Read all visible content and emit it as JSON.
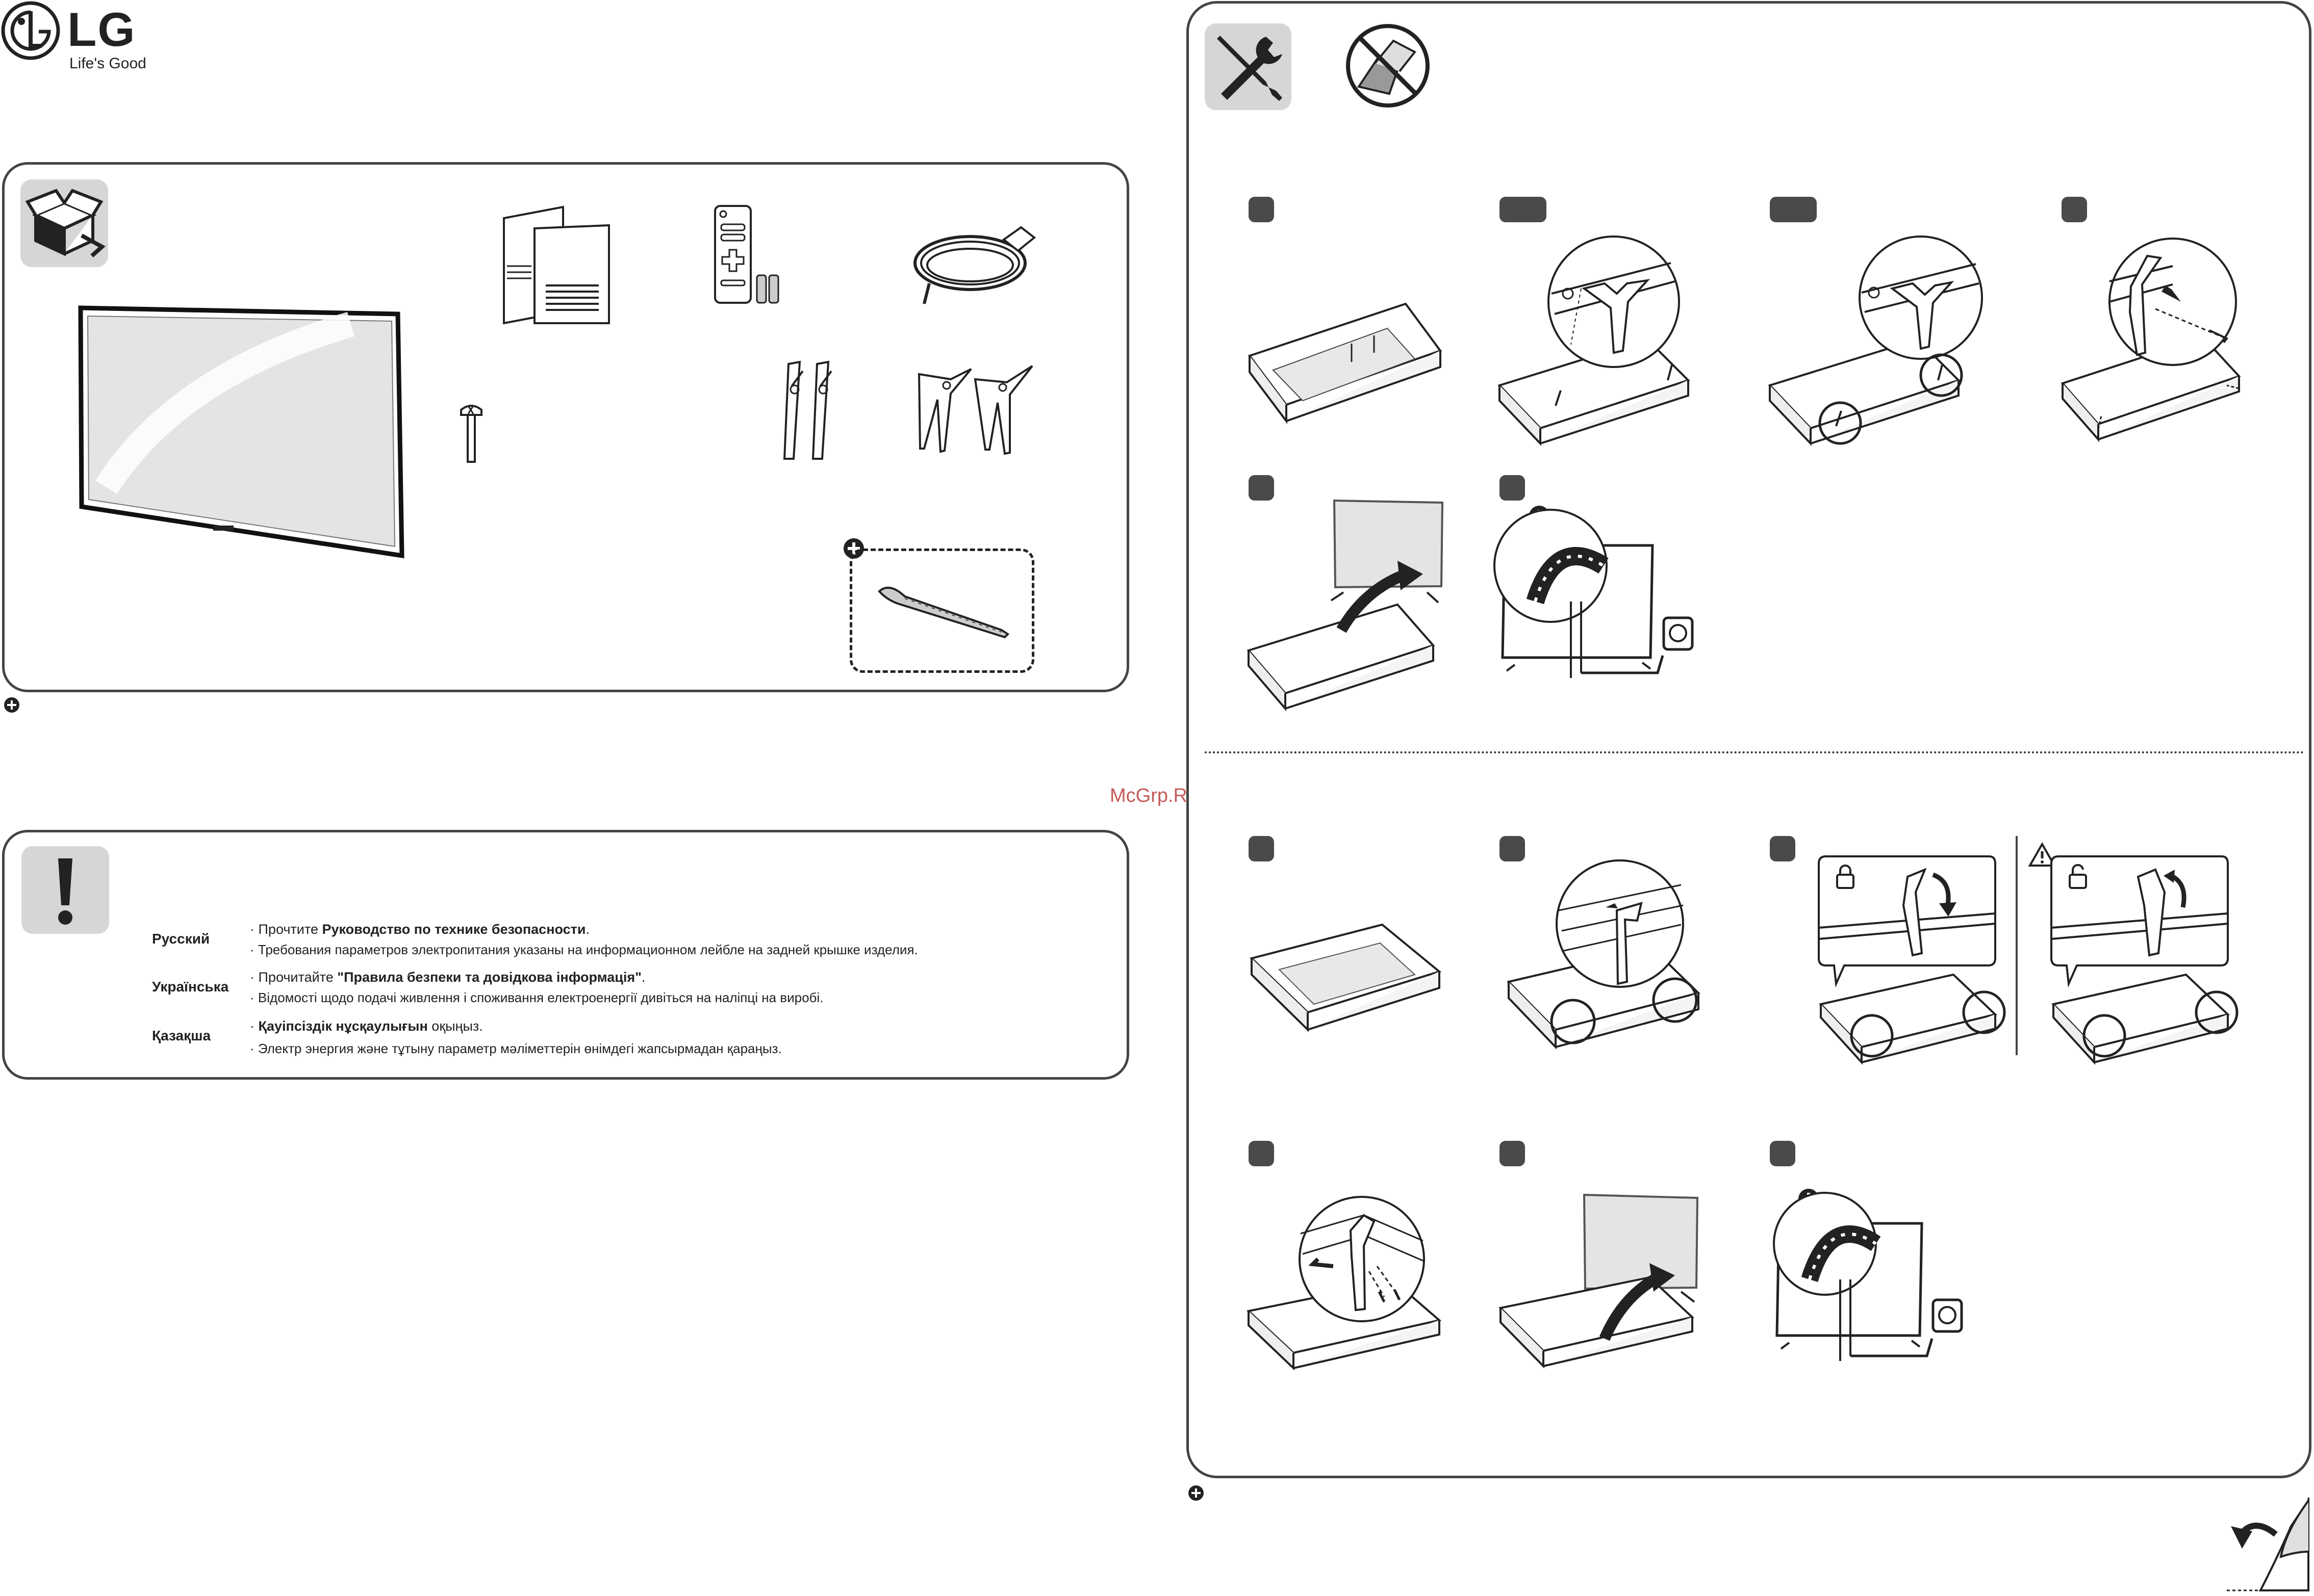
{
  "brand": {
    "logo_text": "LG",
    "tagline": "Life's Good"
  },
  "watermark": "McGrp.Ru",
  "safety": {
    "rows": [
      {
        "lang": "Русский",
        "line1_pre": "Прочтите ",
        "line1_bold": "Руководство по технике безопасности",
        "line1_post": ".",
        "line2": "Требования параметров электропитания указаны на информационном лейбле на задней крышке изделия."
      },
      {
        "lang": "Українська",
        "line1_pre": "Прочитайте ",
        "line1_bold": "\"Правила безпеки та довідкова інформація\"",
        "line1_post": ".",
        "line2": "Відомості щодо подачі живлення і споживання електроенергії дивіться на наліпці на виробі."
      },
      {
        "lang": "Қазақша",
        "line1_pre": "",
        "line1_bold": "Қауіпсіздік нұсқаулығын",
        "line1_post": " оқыңыз.",
        "line2": "Электр энергия және тұтыну параметр мәліметтерін өнімдегі жапсырмадан қараңыз."
      }
    ],
    "bullet": "·"
  },
  "colors": {
    "border": "#444444",
    "tile": "#d6d6d6",
    "badge": "#4a4a4a",
    "ink": "#222222"
  },
  "icons": {
    "box": "package-box-icon",
    "warning": "exclamation-icon",
    "tools": "screwdriver-wrench-icon",
    "no_sharp": "no-sharp-surface-icon",
    "optional": "plus-circle-icon",
    "caution": "warning-triangle-icon",
    "lock": "lock-icon",
    "unlock": "unlock-icon",
    "turn_page": "turn-page-icon"
  }
}
